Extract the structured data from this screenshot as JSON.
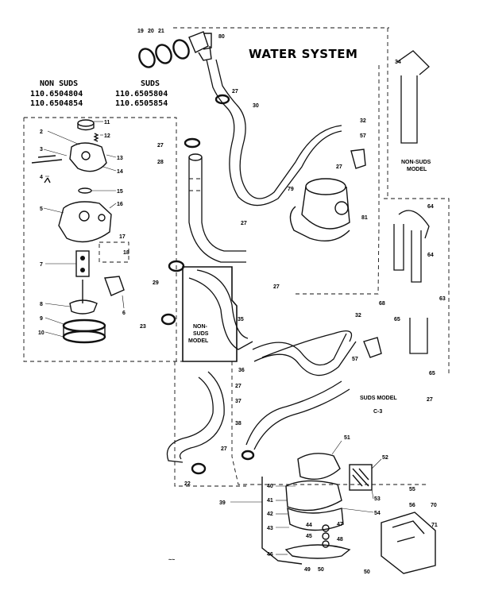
{
  "title": "WATER SYSTEM",
  "header": {
    "non_suds": "NON  SUDS",
    "suds": "SUDS",
    "model_1": "110.6504804",
    "model_2": "110.6504854",
    "model_3": "110.6505804",
    "model_4": "110.6505854"
  },
  "notes": {
    "non_suds_model_right_1": "NON-SUDS",
    "non_suds_model_right_2": "MODEL",
    "non_suds_model_center_1": "NON-",
    "non_suds_model_center_2": "SUDS",
    "non_suds_model_center_3": "MODEL",
    "suds_model": "SUDS MODEL",
    "page_code": "C-3",
    "footer_mark": "~~"
  },
  "callouts": {
    "c1": "11",
    "c2": "12",
    "c3": "13",
    "c4": "14",
    "c5": "15",
    "c6": "16",
    "c7": "17",
    "c8": "18",
    "l2": "2",
    "l3": "3",
    "l4": "4",
    "l5": "5",
    "l6": "6",
    "l7": "7",
    "l8": "8",
    "l9": "9",
    "l10": "10",
    "t19": "19",
    "t20": "20",
    "t21": "21",
    "t80": "80",
    "w27a": "27",
    "w30": "30",
    "w27b": "27",
    "w28": "28",
    "w32a": "32",
    "w57a": "57",
    "w27c": "27",
    "w79": "79",
    "w27d": "27",
    "w81": "81",
    "w27e": "27",
    "w29": "29",
    "w23": "23",
    "w35": "35",
    "w34a": "34",
    "w64a": "64",
    "w64b": "64",
    "w63": "63",
    "w68": "68",
    "w65": "65",
    "w65b": "65",
    "w32b": "32",
    "w57b": "57",
    "w36": "36",
    "w27f": "27",
    "w37": "37",
    "w38": "38",
    "w27g": "27",
    "w22": "22",
    "w27h": "27",
    "p51": "51",
    "p52": "52",
    "p40": "40",
    "p41": "41",
    "p42": "42",
    "p43": "43",
    "p44": "44",
    "p45": "45",
    "p46": "46",
    "p47": "47",
    "p48": "48",
    "p49": "49",
    "p50": "50",
    "p50b": "50",
    "p53": "53",
    "p54": "54",
    "p39": "39",
    "p55": "55",
    "p56": "56",
    "p70": "70",
    "p71": "71"
  }
}
